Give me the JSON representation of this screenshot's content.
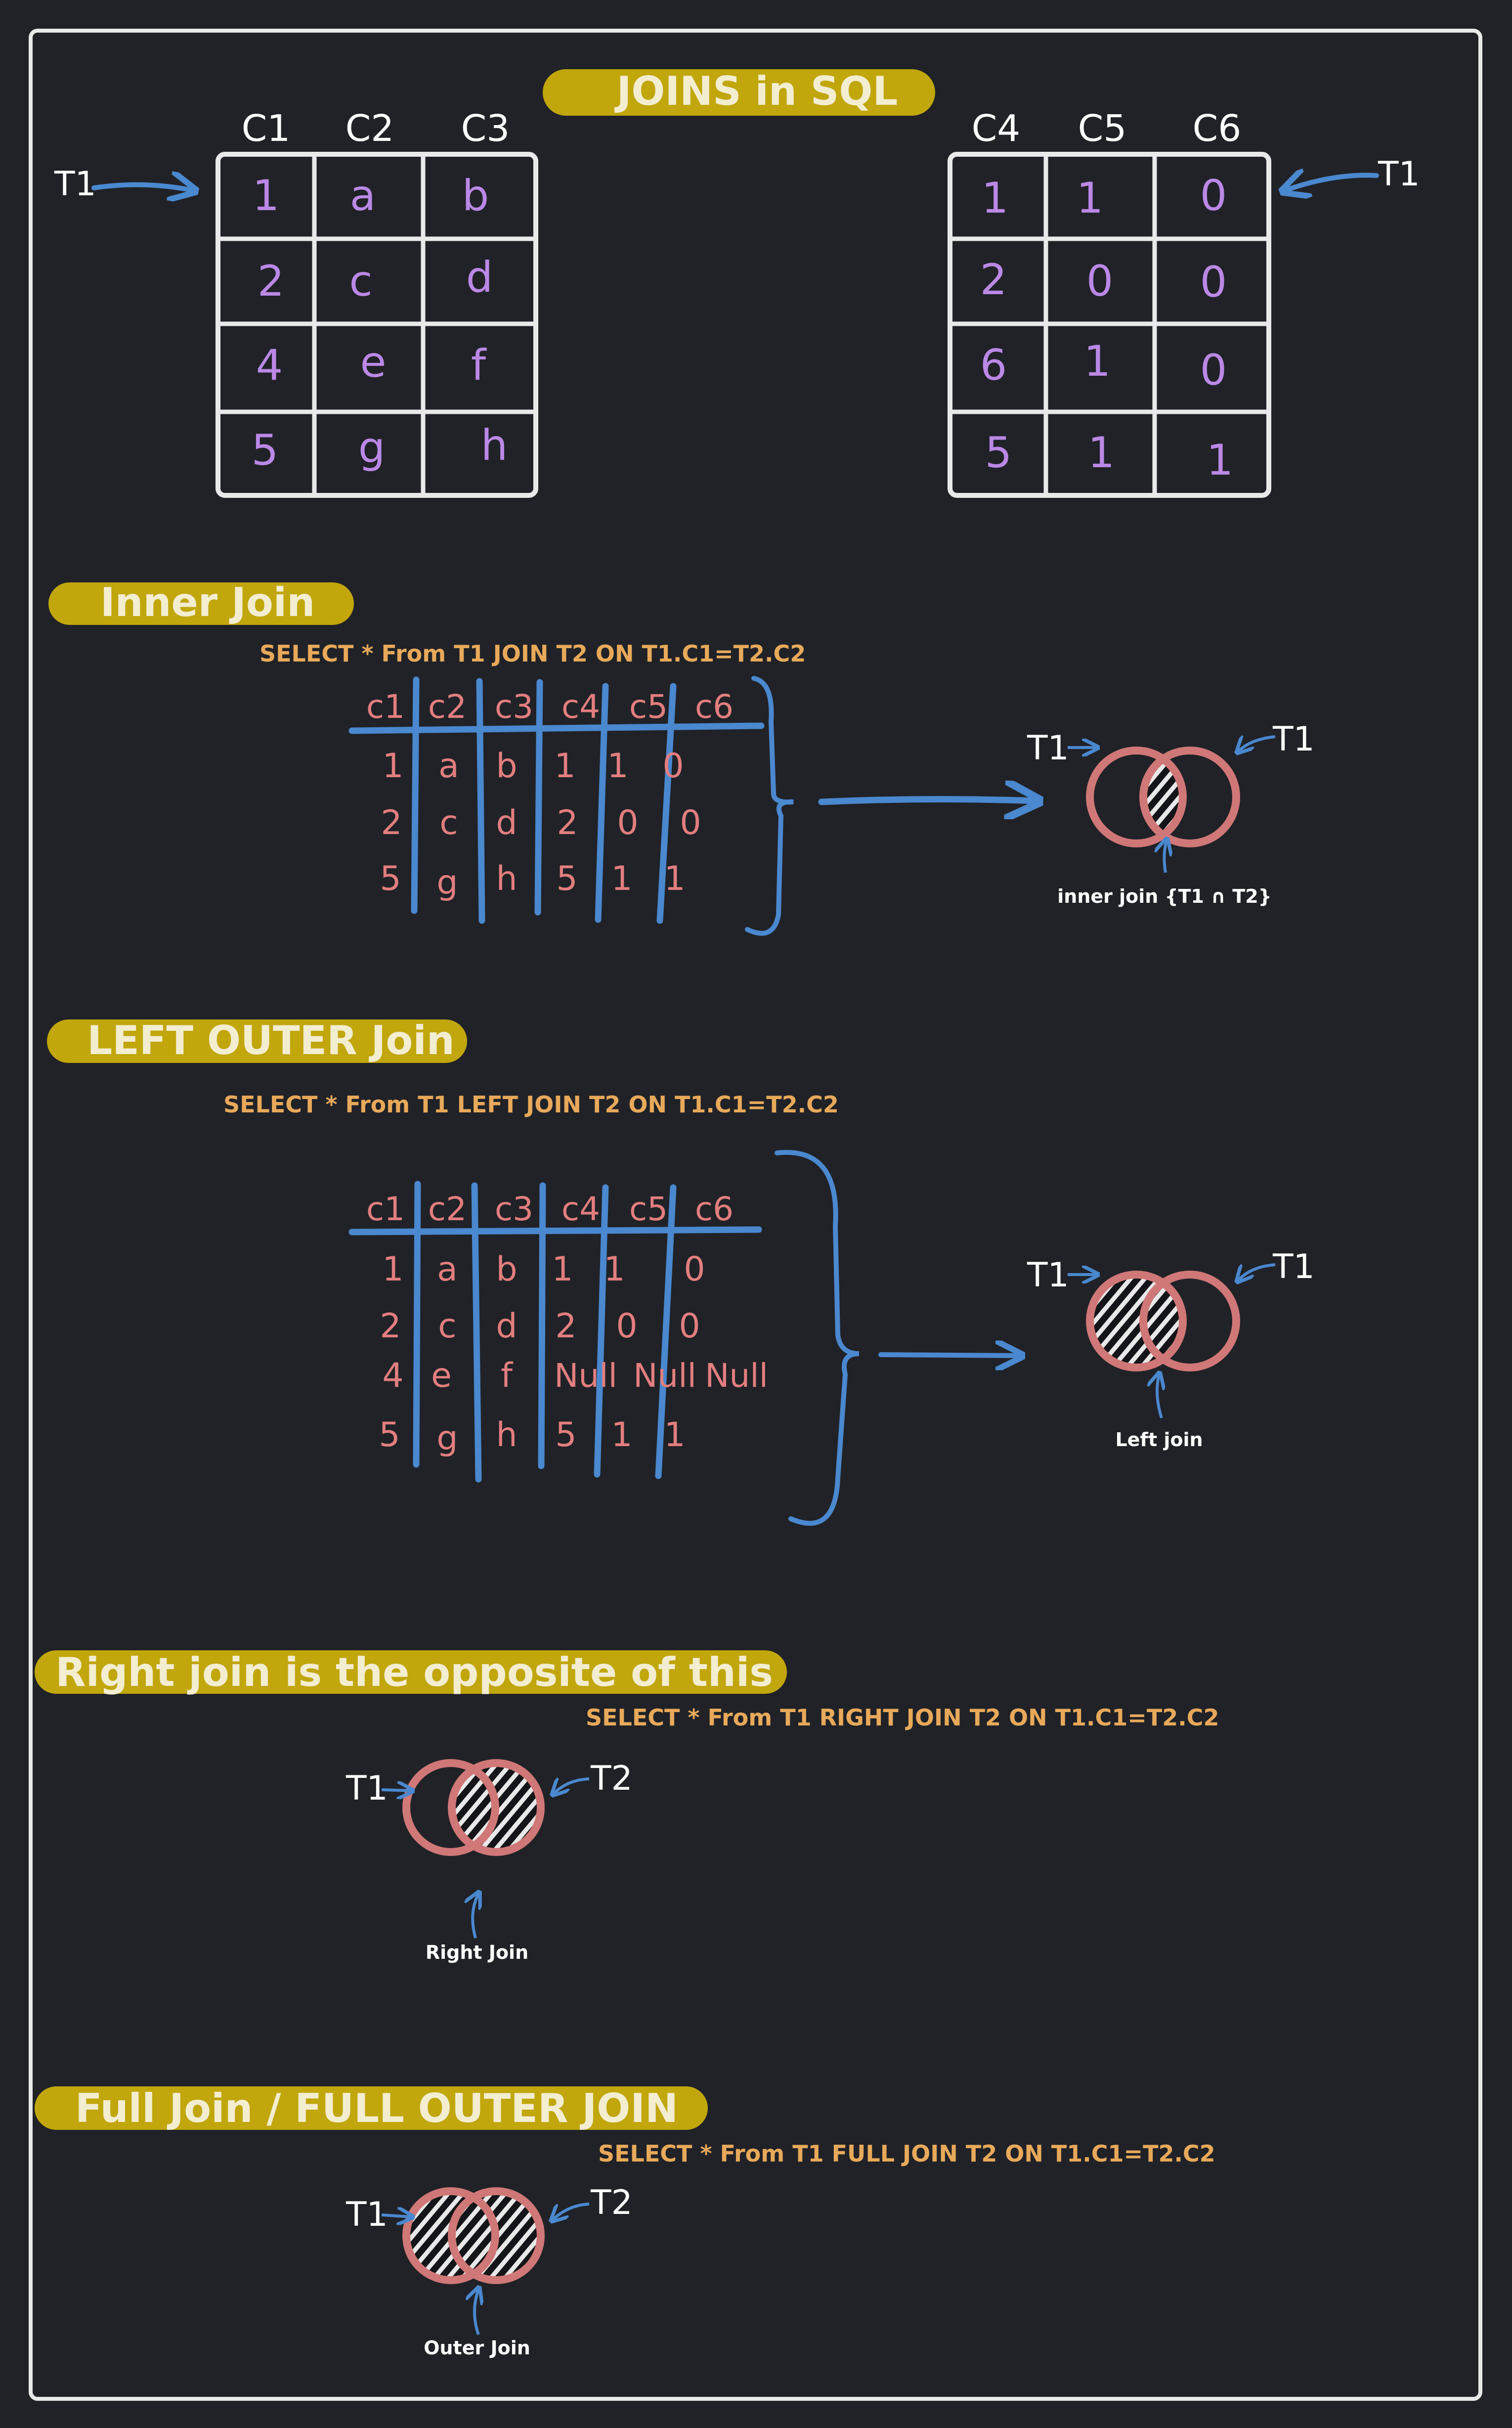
{
  "title": "JOINS in SQL",
  "colors": {
    "background": "#202227",
    "frame": "#e9e9e9",
    "highlight": "#c1a60c",
    "highlight_text": "#f3eed0",
    "sql_text": "#e8a95a",
    "table_values": "#bb88e6",
    "join_text": "#e37e7e",
    "arrow": "#4a88cf",
    "circle": "#d07777"
  },
  "table1": {
    "label": "T1",
    "headers": [
      "C1",
      "C2",
      "C3"
    ],
    "rows": [
      [
        "1",
        "a",
        "b"
      ],
      [
        "2",
        "c",
        "d"
      ],
      [
        "4",
        "e",
        "f"
      ],
      [
        "5",
        "g",
        "h"
      ]
    ]
  },
  "table2": {
    "label": "T1",
    "headers": [
      "C4",
      "C5",
      "C6"
    ],
    "rows": [
      [
        "1",
        "1",
        "0"
      ],
      [
        "2",
        "0",
        "0"
      ],
      [
        "6",
        "1",
        "0"
      ],
      [
        "5",
        "1",
        "1"
      ]
    ]
  },
  "inner": {
    "heading": "Inner Join",
    "sql": "SELECT * From T1 JOIN T2 ON T1.C1=T2.C2",
    "headers": [
      "c1",
      "c2",
      "c3",
      "c4",
      "c5",
      "c6"
    ],
    "rows": [
      [
        "1",
        "a",
        "b",
        "1",
        "1",
        "0"
      ],
      [
        "2",
        "c",
        "d",
        "2",
        "0",
        "0"
      ],
      [
        "5",
        "g",
        "h",
        "5",
        "1",
        "1"
      ]
    ],
    "venn_left": "T1",
    "venn_right": "T1",
    "caption": "inner join {T1 ∩ T2}"
  },
  "left": {
    "heading": "LEFT OUTER Join",
    "sql": "SELECT * From T1 LEFT JOIN T2 ON T1.C1=T2.C2",
    "headers": [
      "c1",
      "c2",
      "c3",
      "c4",
      "c5",
      "c6"
    ],
    "rows": [
      [
        "1",
        "a",
        "b",
        "1",
        "1",
        "0"
      ],
      [
        "2",
        "c",
        "d",
        "2",
        "0",
        "0"
      ],
      [
        "4",
        "e",
        "f",
        "Null",
        "Null",
        "Null"
      ],
      [
        "5",
        "g",
        "h",
        "5",
        "1",
        "1"
      ]
    ],
    "venn_left": "T1",
    "venn_right": "T1",
    "caption": "Left join"
  },
  "right": {
    "heading": "Right join is the opposite of this",
    "sql": "SELECT * From T1 RIGHT JOIN T2 ON T1.C1=T2.C2",
    "venn_left": "T1",
    "venn_right": "T2",
    "caption": "Right Join"
  },
  "full": {
    "heading": "Full Join / FULL OUTER JOIN",
    "sql": "SELECT * From T1 FULL JOIN T2 ON T1.C1=T2.C2",
    "venn_left": "T1",
    "venn_right": "T2",
    "caption": "Outer Join"
  }
}
